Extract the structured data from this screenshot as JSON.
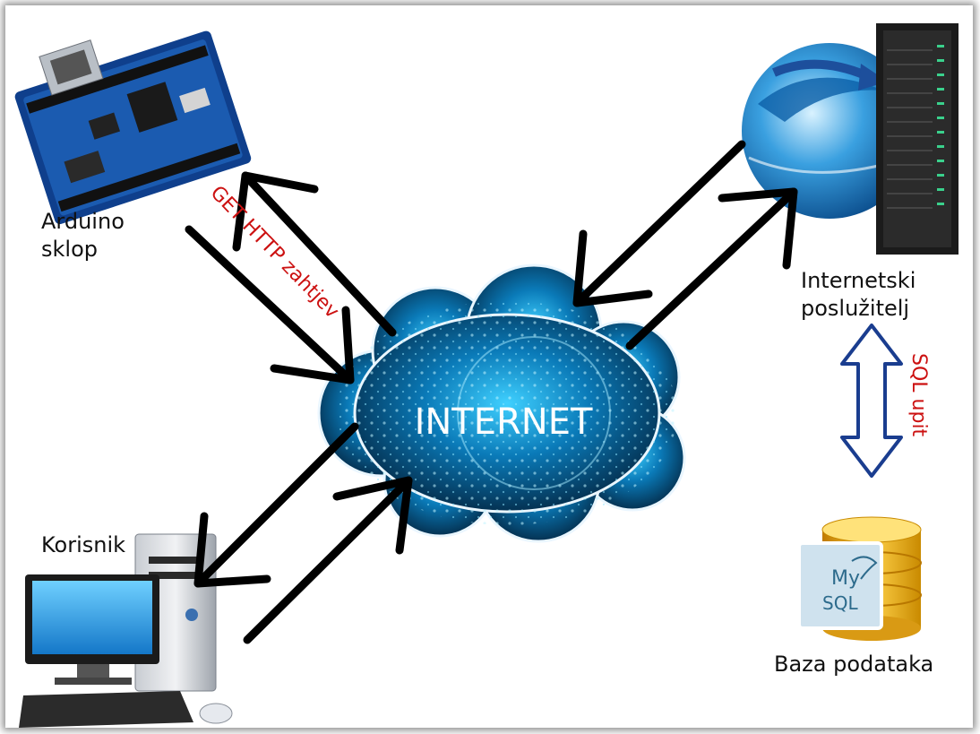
{
  "diagram": {
    "center_label": "INTERNET",
    "arduino_label_line1": "Arduino",
    "arduino_label_line2": "sklop",
    "server_label_line1": "Internetski",
    "server_label_line2": "poslužitelj",
    "user_label": "Korisnik",
    "database_label": "Baza podataka",
    "request_label": "GET HTTP zahtjev",
    "sql_label": "SQL upit",
    "db_logo_text_1": "My",
    "db_logo_text_2": "SQL"
  },
  "colors": {
    "arrow": "#000000",
    "annotation": "#cc1111",
    "cloud": "#0b6fa8",
    "double_arrow_stroke": "#1a3d8f"
  }
}
